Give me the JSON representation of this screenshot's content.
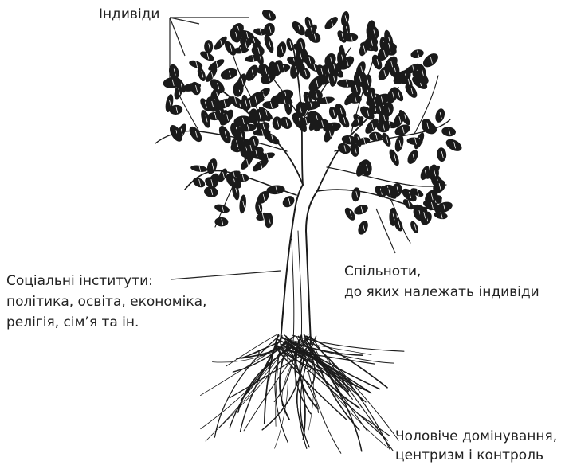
{
  "labels": {
    "individuals": "Індивіди",
    "institutions": [
      "Соціальні інститути:",
      "політика, освіта, економіка,",
      "релігія, сім’я та ін."
    ],
    "communities": [
      "Спільноти,",
      "до яких належать індивіди"
    ],
    "roots": [
      "Чоловіче домінування,",
      "центризм і контроль"
    ]
  },
  "colors": {
    "ink": "#1a1a1a",
    "background": "#ffffff"
  },
  "icon": "tree-with-roots-illustration"
}
